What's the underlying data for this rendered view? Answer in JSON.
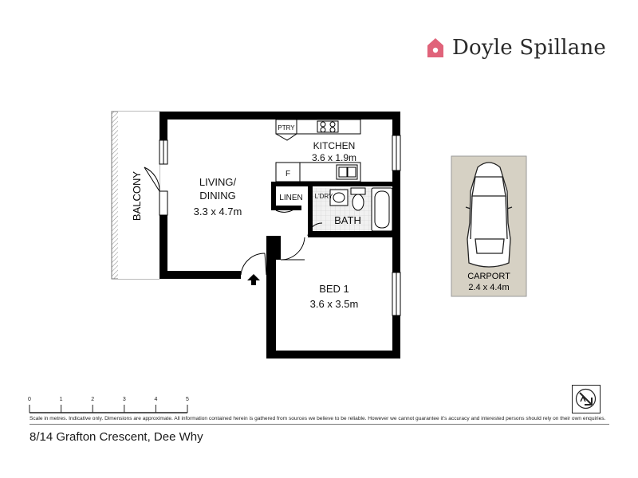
{
  "brand": {
    "name": "Doyle Spillane",
    "accent": "#e0637a"
  },
  "rooms": {
    "balcony": {
      "name": "BALCONY"
    },
    "living": {
      "name_line1": "LIVING/",
      "name_line2": "DINING",
      "dims": "3.3 x 4.7m"
    },
    "kitchen": {
      "name": "KITCHEN",
      "dims": "3.6 x 1.9m"
    },
    "pantry": {
      "name": "PTRY"
    },
    "fridge": {
      "name": "F"
    },
    "linen": {
      "name": "LINEN"
    },
    "laundry": {
      "name": "L'DRY"
    },
    "bath": {
      "name": "BATH"
    },
    "bed1": {
      "name": "BED 1",
      "dims": "3.6 x 3.5m"
    },
    "carport": {
      "name": "CARPORT",
      "dims": "2.4 x 4.4m"
    }
  },
  "scale": {
    "ticks": [
      "0",
      "1",
      "2",
      "3",
      "4",
      "5"
    ]
  },
  "disclaimer": "Scale in metres. Indicative only. Dimensions are approximate. All information contained herein is gathered from sources we believe to be reliable. However we cannot guarantee it's accuracy and interested persons should rely on their own enquiries.",
  "address": "8/14 Grafton Crescent, Dee Why",
  "colors": {
    "wall": "#000000",
    "carport_fill": "#d6d1c4",
    "tile": "#e4e4e4"
  }
}
